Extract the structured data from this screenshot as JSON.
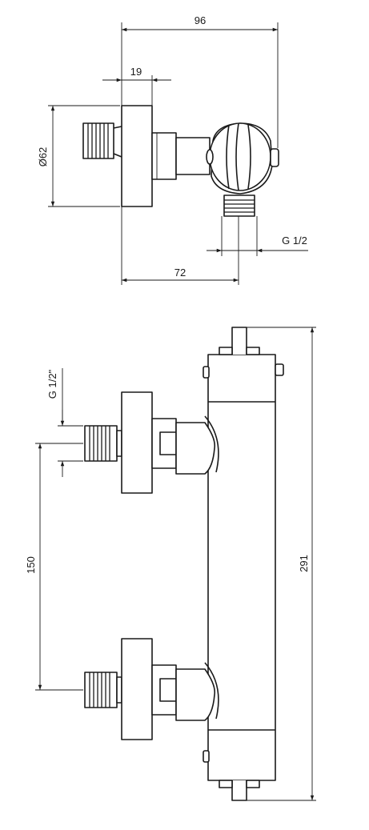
{
  "drawing": {
    "top_view": {
      "dim_overall_width": "96",
      "dim_wall_plate_depth": "19",
      "dim_diameter": "Ø62",
      "dim_outlet_offset": "72",
      "dim_outlet_thread": "G 1/2"
    },
    "front_view": {
      "dim_inlet_thread": "G 1/2\"",
      "dim_inlet_spacing": "150",
      "dim_overall_height": "291"
    }
  }
}
